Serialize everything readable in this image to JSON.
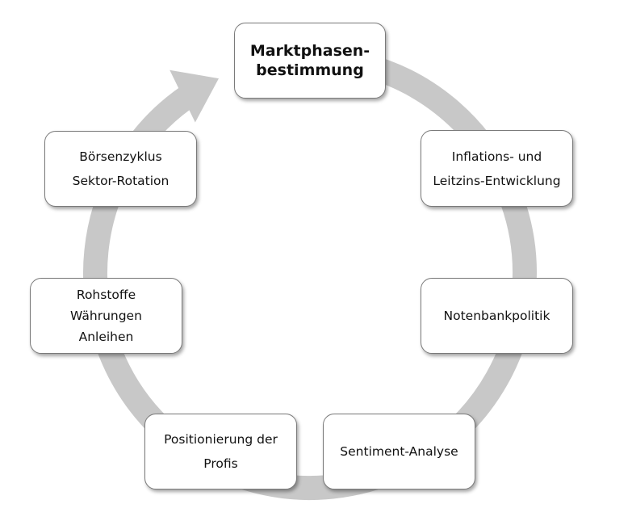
{
  "diagram": {
    "type": "cycle",
    "ring_color": "#c8c8c8",
    "direction": "clockwise",
    "nodes": [
      {
        "id": "marktphasenbestimmung",
        "lines": [
          "Marktphasen-",
          "bestimmung"
        ],
        "emphasis": "bold"
      },
      {
        "id": "inflation-leitzins",
        "lines": [
          "Inflations- und",
          "Leitzins-Entwicklung"
        ]
      },
      {
        "id": "notenbankpolitik",
        "lines": [
          "Notenbankpolitik"
        ]
      },
      {
        "id": "sentiment-analyse",
        "lines": [
          "Sentiment-Analyse"
        ]
      },
      {
        "id": "positionierung-profis",
        "lines": [
          "Positionierung der",
          "Profis"
        ]
      },
      {
        "id": "rohstoffe-waehrungen-anleihen",
        "lines": [
          "Rohstoffe",
          "Währungen",
          "Anleihen"
        ]
      },
      {
        "id": "boersenzyklus-sektor-rotation",
        "lines": [
          "Börsenzyklus",
          "Sektor-Rotation"
        ]
      }
    ]
  }
}
